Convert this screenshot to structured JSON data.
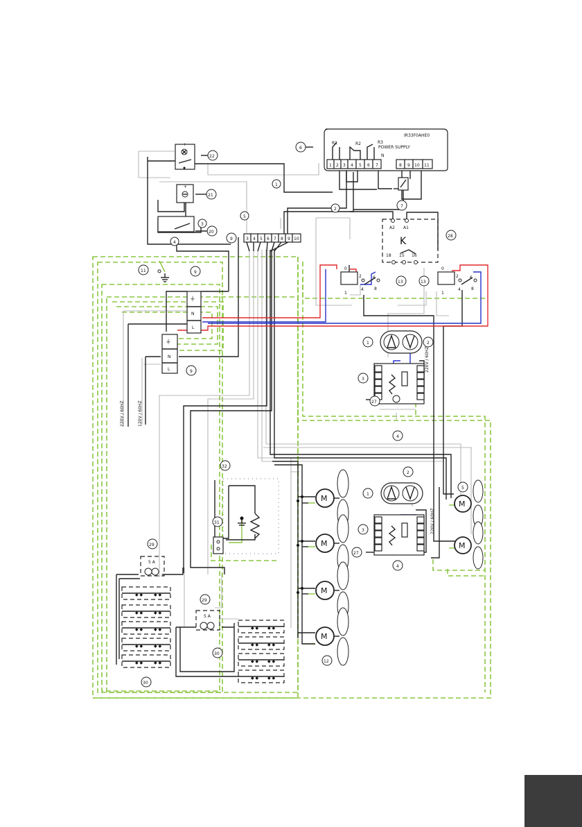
{
  "controller": {
    "model": "IR33F0AHE0",
    "relay_r1": "R1",
    "relay_r2": "R2",
    "relay_r3": "R3",
    "power_supply": "POWER SUPPLY",
    "neutral": "N",
    "terminals": [
      "1",
      "2",
      "3",
      "4",
      "5",
      "6",
      "7",
      "8",
      "9",
      "10",
      "11"
    ]
  },
  "wire_labels": {
    "w1": "1",
    "w2": "2",
    "w4": "4",
    "w5": "5"
  },
  "callouts": {
    "c1": "1",
    "c2": "2",
    "c3": "3",
    "c4": "4",
    "c5": "5",
    "c6": "6",
    "c7": "7",
    "c9": "9",
    "c11": "11",
    "c12": "12",
    "c13": "13",
    "c20": "20",
    "c21": "21",
    "c22": "22",
    "c27": "27",
    "c28": "28",
    "c29": "29",
    "c30": "30",
    "c31": "31",
    "c32": "32"
  },
  "terminal_strip": [
    "3",
    "4",
    "5",
    "6",
    "7",
    "8",
    "9",
    "10"
  ],
  "contactor": {
    "letter": "K",
    "a1": "A1",
    "a2": "A2",
    "t15": "15",
    "t16": "16",
    "t18": "18"
  },
  "relay": {
    "p0": "0",
    "p1": "1",
    "p2": "2",
    "p4": "4",
    "p6": "6",
    "p8": "8"
  },
  "supply": {
    "ground": "⏚",
    "n": "N",
    "l": "L",
    "v220": "220V / 60HZ",
    "v120": "120V / 60HZ"
  },
  "compressor_label": "220V / 60HZ",
  "motor": "M",
  "transformer_label": "5 A",
  "colors": {
    "green_dashed": "#8ac640",
    "red_wire": "#e0282d",
    "blue_wire": "#2530c8",
    "grey_wire": "#b9b9b9",
    "black": "#222222",
    "tab": "#3c3c3c"
  },
  "icons": [
    "lamp-icon",
    "fan-motor-icon",
    "ground-icon",
    "heater-resistor-icon",
    "transformer-icon",
    "led-icon",
    "switch-icon"
  ]
}
